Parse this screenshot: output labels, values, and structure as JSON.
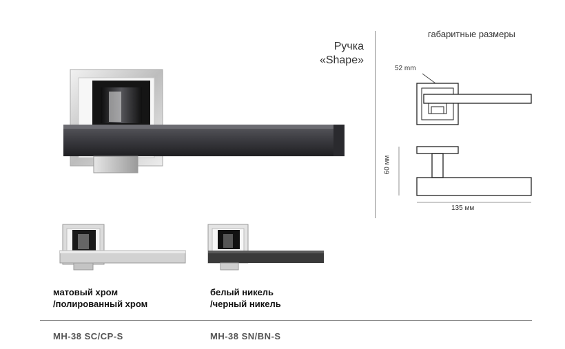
{
  "product": {
    "title_line1": "Ручка",
    "title_line2": "«Shape»"
  },
  "dimensions": {
    "heading": "габаритные размеры",
    "rosette_size": "52 mm",
    "height": "60 мм",
    "length": "135 мм"
  },
  "variants": [
    {
      "finish_line1": "матовый хром",
      "finish_line2": "/полированный хром",
      "model": "MH-38 SC/CP-S",
      "colors": {
        "rose": "#d9d9d9",
        "lever": "#cfcfcf",
        "accent": "#1a1a1a"
      }
    },
    {
      "finish_line1": "белый никель",
      "finish_line2": "/черный никель",
      "model": "MH-38 SN/BN-S",
      "colors": {
        "rose": "#e6e6e6",
        "lever": "#3a3a3a",
        "accent": "#111111"
      }
    }
  ],
  "colors": {
    "rule": "#888888",
    "text": "#222222"
  }
}
